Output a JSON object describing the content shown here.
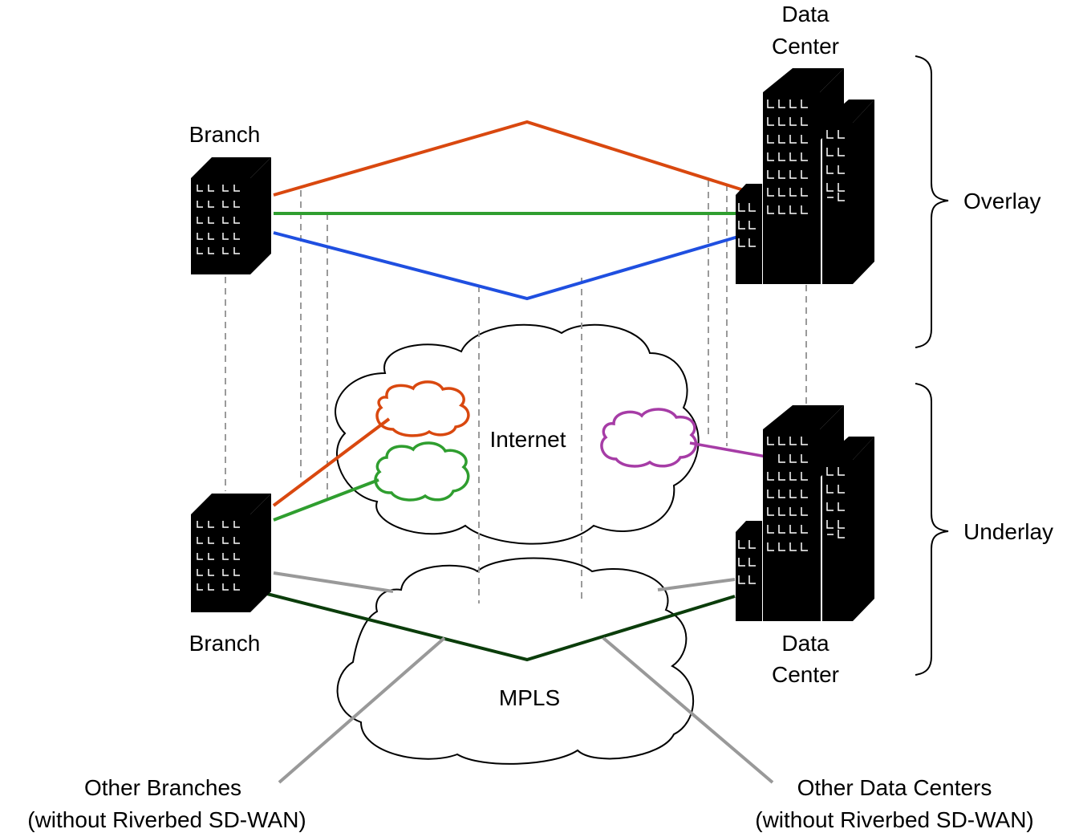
{
  "labels": {
    "branch_top": "Branch",
    "branch_bottom": "Branch",
    "dc_top_line1": "Data",
    "dc_top_line2": "Center",
    "dc_bottom_line1": "Data",
    "dc_bottom_line2": "Center",
    "overlay": "Overlay",
    "underlay": "Underlay",
    "internet": "Internet",
    "mpls": "MPLS",
    "other_branches_line1": "Other Branches",
    "other_branches_line2": "(without Riverbed SD-WAN)",
    "other_dcs_line1": "Other Data Centers",
    "other_dcs_line2": "(without Riverbed SD-WAN)"
  },
  "colors": {
    "orange": "#d9480f",
    "green": "#2f9e2f",
    "blue": "#1f4fe0",
    "purple": "#a63ca6",
    "dark_green": "#0b3d0b",
    "gray": "#999999",
    "dashed": "#9a9a9a",
    "building": "#000000"
  }
}
